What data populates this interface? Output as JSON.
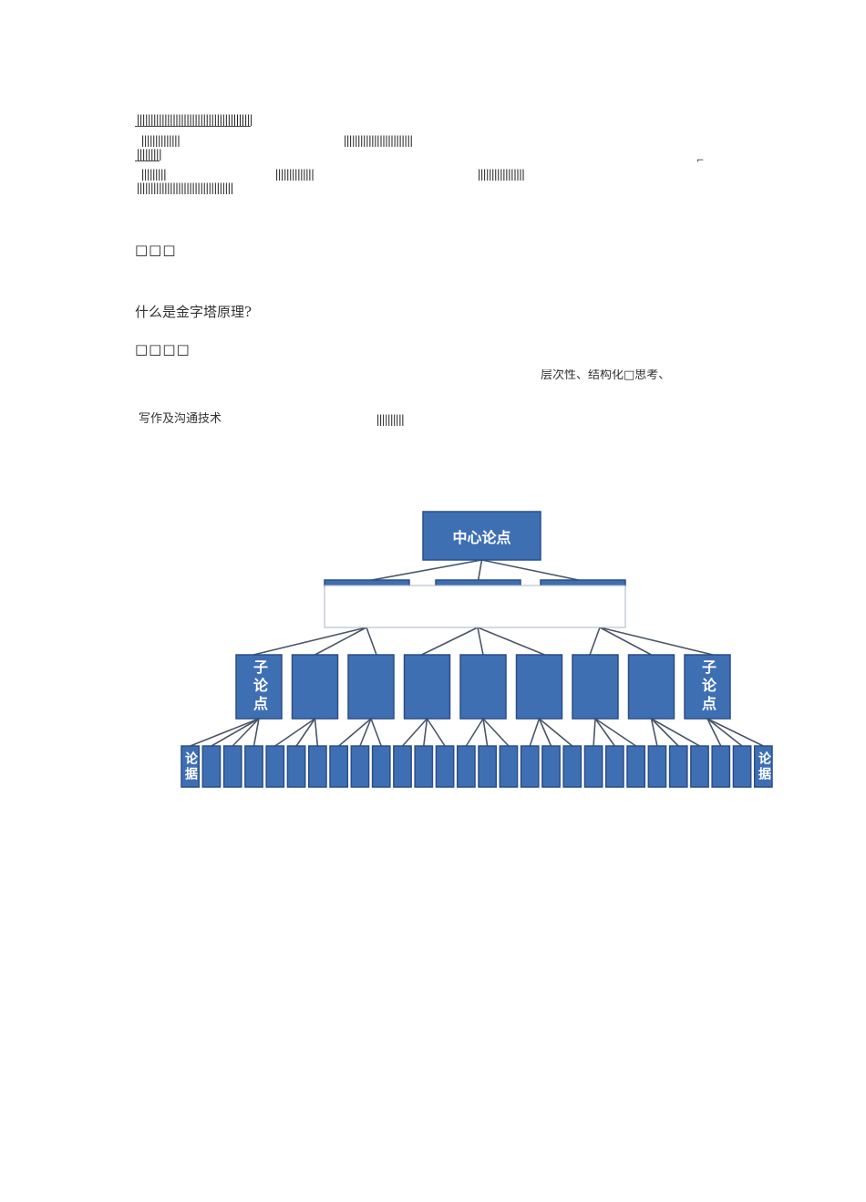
{
  "header": {
    "line1": "||||||||||||||||||||||||||||||||||||||||||",
    "line2a": "||||||||||||||",
    "line2b": "|||||||||||||||||||||||||",
    "line3": "|||||||||",
    "line4a": "|||||||||",
    "line4b": "||||||||||||||",
    "line4c": "|||||||||||||||||",
    "line5": "|||||||||||||||||||||||||||||||||||",
    "corner_mark": "⌐"
  },
  "section1_heading": "□□□",
  "question": "什么是金字塔原理?",
  "section2_heading": "□□□□",
  "body_fragment1": "层次性、结构化□思考、",
  "body_fragment2": "写作及沟通技术",
  "body_fragment2_bars": "||||||||||",
  "diagram": {
    "top_label": "中心论点",
    "sub_point_label": "子论点",
    "evidence_label": "论据",
    "fill_color": "#3f6fb3",
    "stroke_color": "#2a4e86",
    "text_color": "#ffffff",
    "level2_count": 3,
    "level3_count": 9,
    "level4_count": 28
  }
}
